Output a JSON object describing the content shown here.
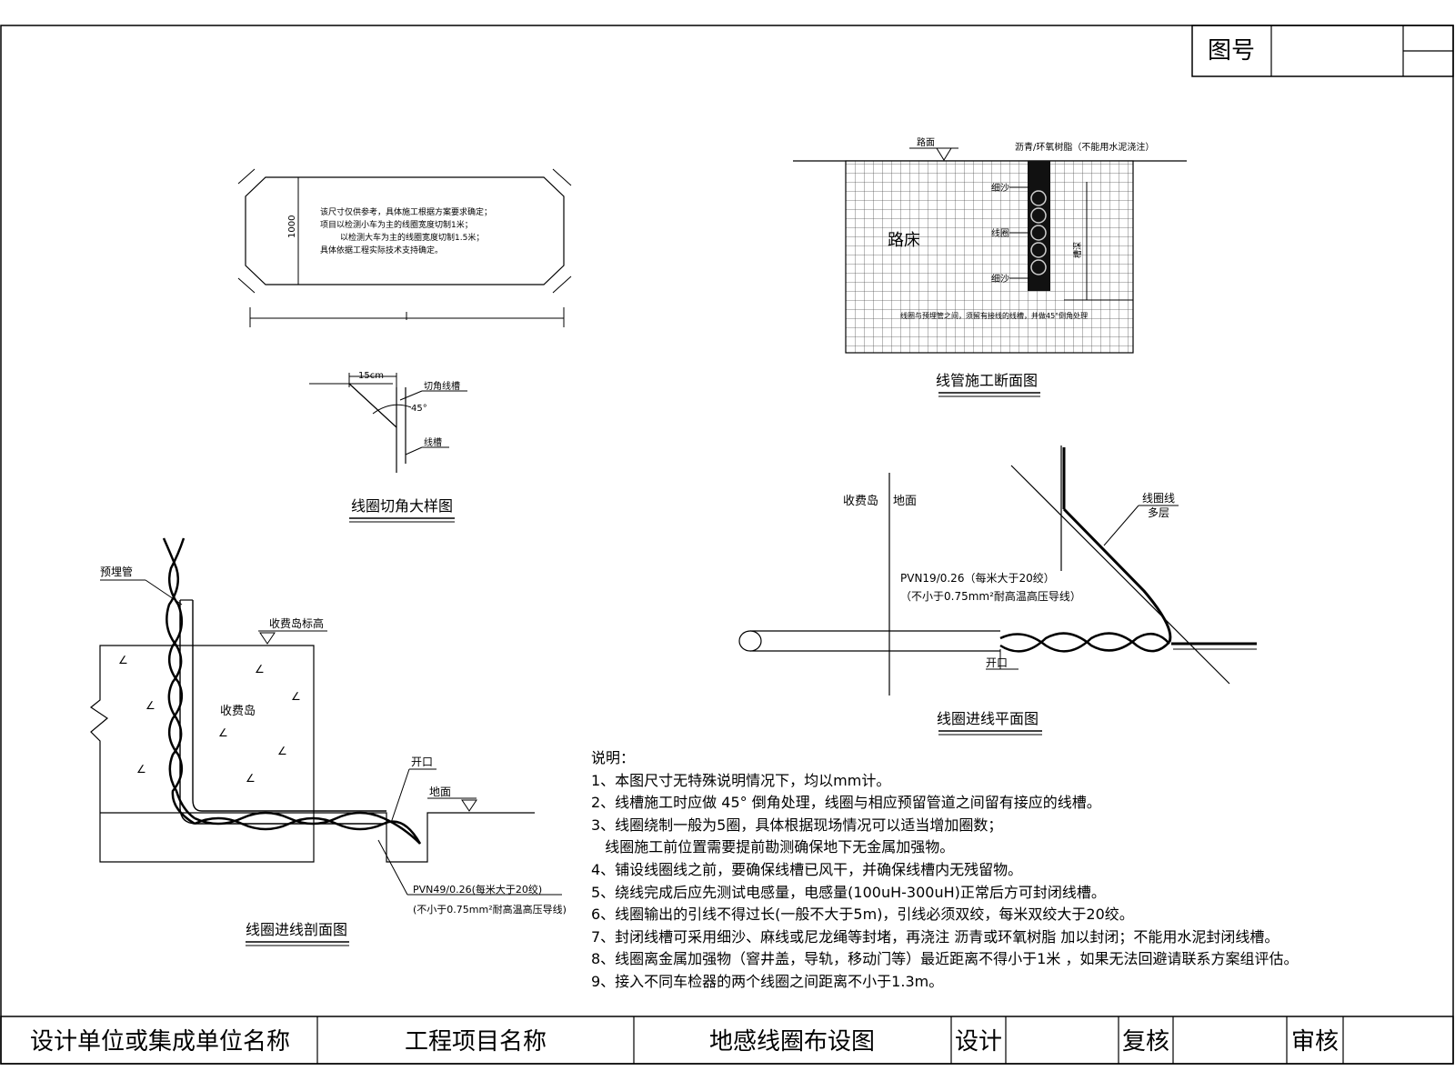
{
  "title_block": {
    "drawing_no_label": "图号",
    "designer_org": "设计单位或集成单位名称",
    "project_name": "工程项目名称",
    "drawing_title": "地感线圈布设图",
    "design_label": "设计",
    "review_label": "复核",
    "approve_label": "审核"
  },
  "loop_plan": {
    "note_lines": [
      "该尺寸仅供参考，具体施工根据方案要求确定；",
      "项目以检测小车为主的线圈宽度切制1米；",
      "以检测大车为主的线圈宽度切制1.5米；",
      "具体依据工程实际技术支持确定。"
    ],
    "dimension_label": "1000"
  },
  "corner_detail": {
    "caption": "线圈切角大样图",
    "cut_label": "15cm",
    "cut_line_label": "切角线槽",
    "angle_label": "45°",
    "groove_label": "线槽"
  },
  "cross_section": {
    "caption": "线管施工断面图",
    "road_label": "路面",
    "seal_label": "沥青/环氧树脂（不能用水泥浇注）",
    "roadbed_label": "路床",
    "sand_label": "细沙",
    "loop_label": "线圈",
    "bottom_label": "细沙",
    "depth_label": "槽深",
    "note_label": "线圈与预埋管之间，须留有接线的线槽，并做45°倒角处理"
  },
  "entry_plan": {
    "caption": "线圈进线平面图",
    "booth_label": "收费岛",
    "ground_label": "地面",
    "wire_label_line1": "线圈线",
    "wire_label_line2": "多层",
    "cable_spec_line1": "PVN19/0.26（每米大于20绞）",
    "cable_spec_line2": "（不小于0.75mm²耐高温高压导线）",
    "opening_label": "开口"
  },
  "entry_section": {
    "caption": "线圈进线剖面图",
    "pipe_label": "预埋管",
    "island_top_label": "收费岛标高",
    "island_label": "收费岛",
    "opening_label": "开口",
    "ground_label": "地面",
    "cable_spec_line1": "PVN49/0.26(每米大于20绞)",
    "cable_spec_line2": "(不小于0.75mm²耐高温高压导线)"
  },
  "notes": {
    "heading": "说明：",
    "items": [
      "1、本图尺寸无特殊说明情况下，均以mm计。",
      "2、线槽施工时应做 45° 倒角处理，线圈与相应预留管道之间留有接应的线槽。",
      "3、线圈绕制一般为5圈，具体根据现场情况可以适当增加圈数；",
      "   线圈施工前位置需要提前勘测确保地下无金属加强物。",
      "4、铺设线圈线之前，要确保线槽已风干，并确保线槽内无残留物。",
      "5、绕线完成后应先测试电感量，电感量(100uH-300uH)正常后方可封闭线槽。",
      "6、线圈输出的引线不得过长(一般不大于5m)，引线必须双绞，每米双绞大于20绞。",
      "7、封闭线槽可采用细沙、麻线或尼龙绳等封堵，再浇注  沥青或环氧树脂 加以封闭；不能用水泥封闭线槽。",
      "8、线圈离金属加强物（窨井盖，导轨，移动门等）最近距离不得小于1米    ，如果无法回避请联系方案组评估。",
      "9、接入不同车检器的两个线圈之间距离不小于1.3m。"
    ]
  }
}
